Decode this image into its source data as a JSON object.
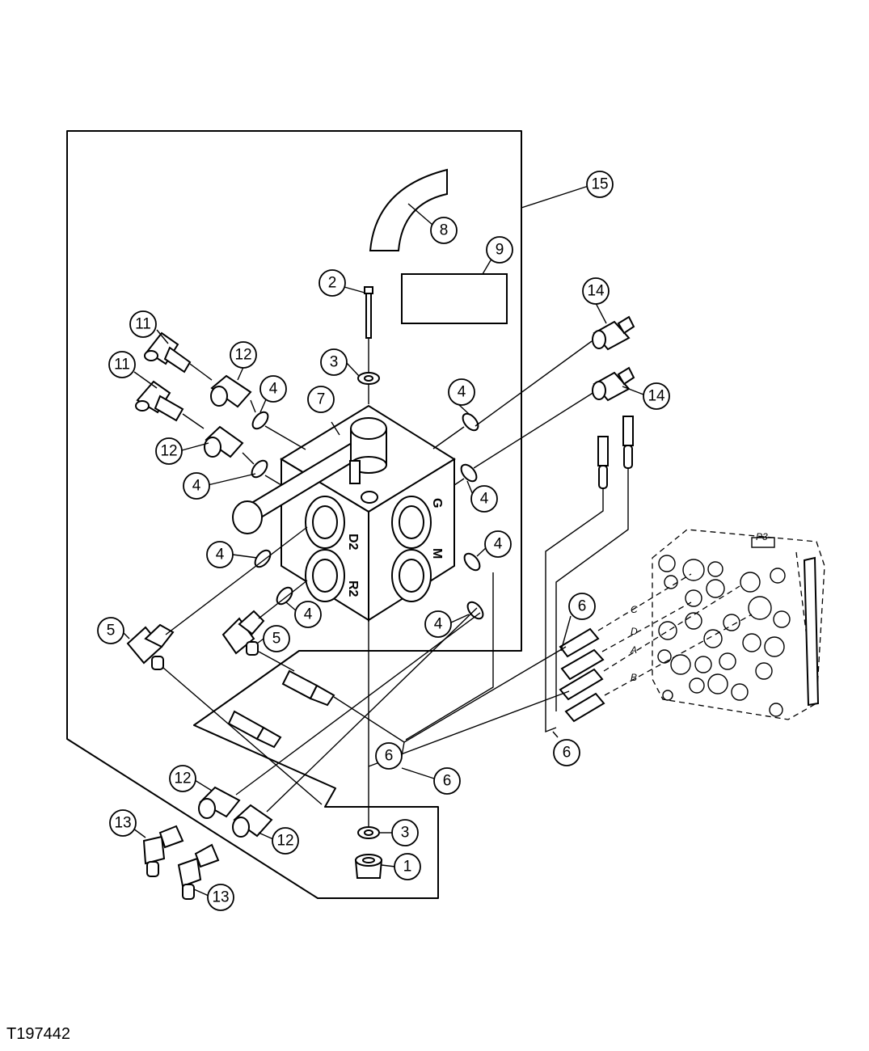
{
  "figure": {
    "id": "T197442"
  },
  "callouts": [
    {
      "id": "c1",
      "n": "1"
    },
    {
      "id": "c2",
      "n": "2"
    },
    {
      "id": "c3a",
      "n": "3"
    },
    {
      "id": "c3b",
      "n": "3"
    },
    {
      "id": "c4a",
      "n": "4"
    },
    {
      "id": "c4b",
      "n": "4"
    },
    {
      "id": "c4c",
      "n": "4"
    },
    {
      "id": "c4d",
      "n": "4"
    },
    {
      "id": "c4e",
      "n": "4"
    },
    {
      "id": "c4f",
      "n": "4"
    },
    {
      "id": "c4g",
      "n": "4"
    },
    {
      "id": "c4h",
      "n": "4"
    },
    {
      "id": "c5a",
      "n": "5"
    },
    {
      "id": "c5b",
      "n": "5"
    },
    {
      "id": "c6a",
      "n": "6"
    },
    {
      "id": "c6b",
      "n": "6"
    },
    {
      "id": "c6c",
      "n": "6"
    },
    {
      "id": "c6d",
      "n": "6"
    },
    {
      "id": "c7",
      "n": "7"
    },
    {
      "id": "c8",
      "n": "8"
    },
    {
      "id": "c9",
      "n": "9"
    },
    {
      "id": "c11a",
      "n": "11"
    },
    {
      "id": "c11b",
      "n": "11"
    },
    {
      "id": "c12a",
      "n": "12"
    },
    {
      "id": "c12b",
      "n": "12"
    },
    {
      "id": "c12c",
      "n": "12"
    },
    {
      "id": "c12d",
      "n": "12"
    },
    {
      "id": "c13a",
      "n": "13"
    },
    {
      "id": "c13b",
      "n": "13"
    },
    {
      "id": "c14a",
      "n": "14"
    },
    {
      "id": "c14b",
      "n": "14"
    },
    {
      "id": "c15",
      "n": "15"
    }
  ],
  "valve_ports": [
    "D2",
    "R2",
    "G",
    "M"
  ],
  "hose_labels": [
    "C",
    "D",
    "A",
    "B"
  ],
  "control_valve_label": "P3"
}
